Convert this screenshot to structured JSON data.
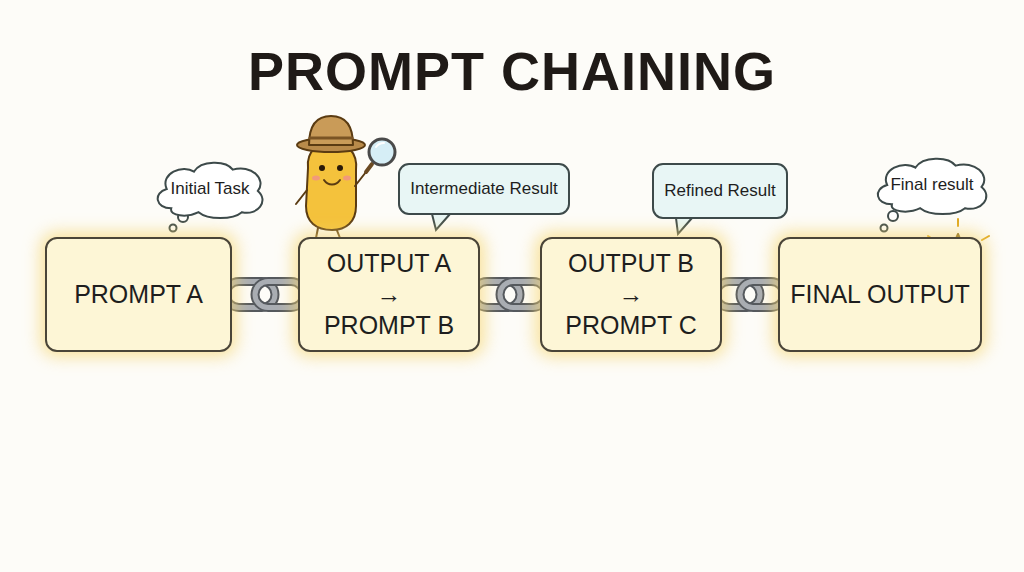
{
  "diagram": {
    "title": "PROMPT CHAINING",
    "nodes": [
      {
        "text": [
          "PROMPT A"
        ]
      },
      {
        "text": [
          "OUTPUT A",
          "→",
          "PROMPT B"
        ]
      },
      {
        "text": [
          "OUTPUT B",
          "→",
          "PROMPT C"
        ]
      },
      {
        "text": [
          "FINAL OUTPUT"
        ]
      },
      {
        "text": [
          "Initial Task"
        ]
      },
      {
        "text": [
          "Intermediate Result"
        ]
      },
      {
        "text": [
          "Refined Result"
        ]
      },
      {
        "text": [
          "Final result"
        ]
      }
    ],
    "edges": [
      {
        "from": 0,
        "to": 1,
        "arrow": "none"
      },
      {
        "from": 1,
        "to": 2,
        "arrow": "none"
      },
      {
        "from": 2,
        "to": 3,
        "arrow": "none"
      }
    ]
  }
}
